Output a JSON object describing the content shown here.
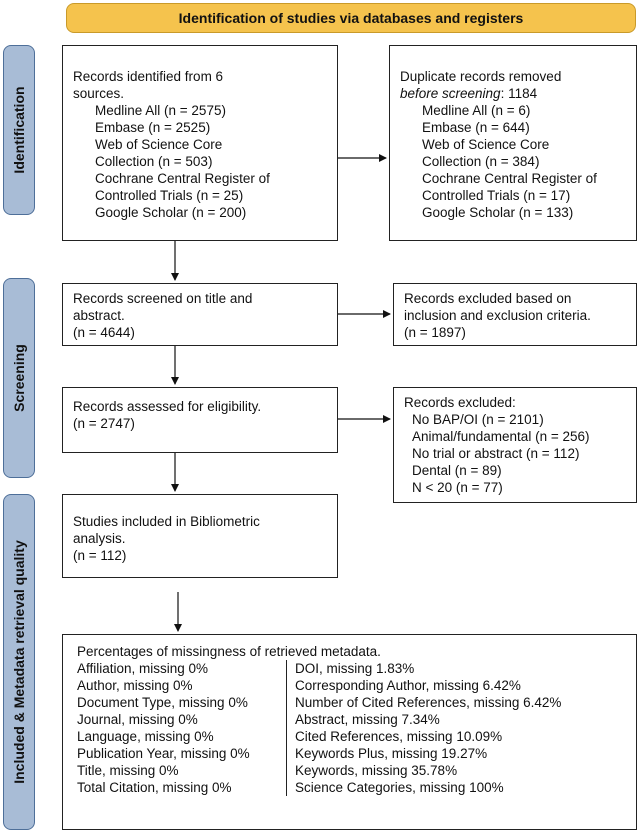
{
  "banner": "Identification of studies via databases and registers",
  "side": {
    "identification": "Identification",
    "screening": "Screening",
    "included": "Included & Metadata retrieval quality"
  },
  "identified": {
    "title_1": "Records identified from 6",
    "title_2": "sources.",
    "items": [
      "Medline All (n = 2575)",
      "Embase (n = 2525)",
      "Web of Science Core",
      "Collection (n = 503)",
      "Cochrane Central Register of",
      "Controlled Trials (n = 25)",
      "Google Scholar (n = 200)"
    ]
  },
  "duplicates": {
    "title_1": "Duplicate records removed",
    "title_2_italic": "before screening",
    "title_2_rest": ": 1184",
    "items": [
      "Medline All (n = 6)",
      "Embase (n = 644)",
      "Web of Science Core",
      "Collection (n = 384)",
      "Cochrane Central Register of",
      "Controlled Trials (n = 17)",
      "Google Scholar (n = 133)"
    ]
  },
  "screened": {
    "line1": "Records screened on title and",
    "line2": "abstract.",
    "line3": "(n = 4644)"
  },
  "excluded_criteria": {
    "line1": "Records excluded based on",
    "line2": "inclusion and exclusion criteria.",
    "line3": "(n = 1897)"
  },
  "eligibility": {
    "line1": "Records assessed for eligibility.",
    "line2": "(n = 2747)"
  },
  "excluded": {
    "title": "Records excluded:",
    "items": [
      "No BAP/OI (n = 2101)",
      "Animal/fundamental (n = 256)",
      "No trial or abstract (n = 112)",
      "Dental (n = 89)",
      "N < 20 (n = 77)"
    ]
  },
  "included": {
    "line1": "Studies included in Bibliometric",
    "line2": "analysis.",
    "line3": "(n = 112)"
  },
  "missingness": {
    "title": "Percentages of missingness of retrieved metadata.",
    "left": [
      "Affiliation, missing 0%",
      "Author, missing 0%",
      "Document Type, missing 0%",
      "Journal, missing 0%",
      "Language, missing 0%",
      "Publication Year, missing 0%",
      "Title, missing 0%",
      "Total Citation, missing 0%"
    ],
    "right": [
      "DOI, missing 1.83%",
      "Corresponding Author, missing 6.42%",
      "Number of Cited References, missing 6.42%",
      "Abstract, missing 7.34%",
      "Cited References, missing 10.09%",
      "Keywords Plus, missing 19.27%",
      "Keywords, missing 35.78%",
      "Science Categories, missing 100%"
    ]
  }
}
